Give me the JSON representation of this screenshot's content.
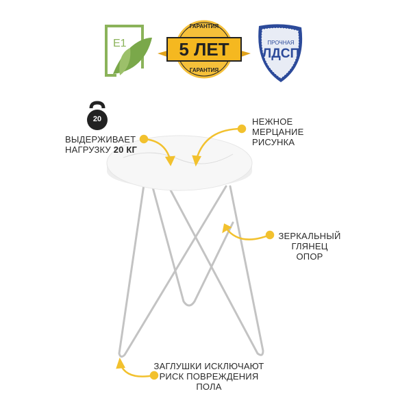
{
  "badges": {
    "e1": {
      "text": "E1"
    },
    "warranty": {
      "top": "ГАРАНТИЯ",
      "main": "5 ЛЕТ",
      "bottom": "ГАРАНТИЯ"
    },
    "ldsp": {
      "top": "ПРОЧНАЯ",
      "main": "ЛДСП"
    }
  },
  "kettlebell": {
    "label": "20"
  },
  "callouts": {
    "load": {
      "line1": "ВЫДЕРЖИВАЕТ",
      "line2": "НАГРУЗКУ ",
      "line2_bold": "20 КГ"
    },
    "pattern": {
      "line1": "НЕЖНОЕ",
      "line2": "МЕРЦАНИЕ",
      "line3": "РИСУНКА"
    },
    "mirror": {
      "line1": "ЗЕРКАЛЬНЫЙ",
      "line2": "ГЛЯНЕЦ",
      "line3": "ОПОР"
    },
    "caps": {
      "line1": "ЗАГЛУШКИ ИСКЛЮЧАЮТ",
      "line2": "РИСК ПОВРЕЖДЕНИЯ",
      "line3": "ПОЛА"
    }
  },
  "colors": {
    "accent": "#f2c12e",
    "e1_green": "#7aa84a",
    "shield_blue": "#2c4a9a",
    "ribbon": "#f5b820"
  }
}
